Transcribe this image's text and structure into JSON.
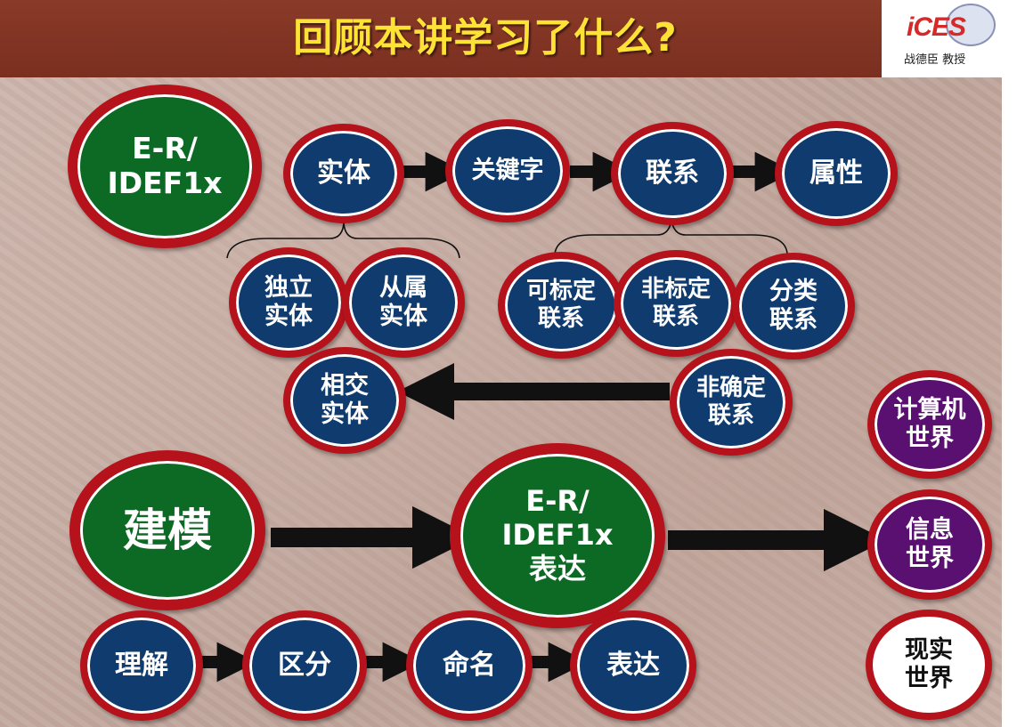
{
  "title": "回顾本讲学习了什么?",
  "logo": {
    "text": "iCES",
    "author": "战德臣 教授"
  },
  "top_diagram": {
    "main": "E-R/\nIDEF1x",
    "chain": [
      "实体",
      "关键字",
      "联系",
      "属性"
    ],
    "entity_types": [
      "独立\n实体",
      "从属\n实体",
      "相交\n实体"
    ],
    "relation_types": [
      "可标定\n联系",
      "非标定\n联系",
      "分类\n联系",
      "非确定\n联系"
    ]
  },
  "bottom_diagram": {
    "modeling": "建模",
    "expression": "E-R/\nIDEF1x\n表达",
    "steps": [
      "理解",
      "区分",
      "命名",
      "表达"
    ]
  },
  "worlds": [
    "计算机\n世界",
    "信息\n世界",
    "现实\n世界"
  ],
  "colors": {
    "title_bar": "#7a2f20",
    "title_text": "#ffe236",
    "node_blue": "#0f3b6e",
    "node_green": "#0d6a24",
    "node_purple": "#5a1070",
    "ring_red": "#b5121b"
  }
}
